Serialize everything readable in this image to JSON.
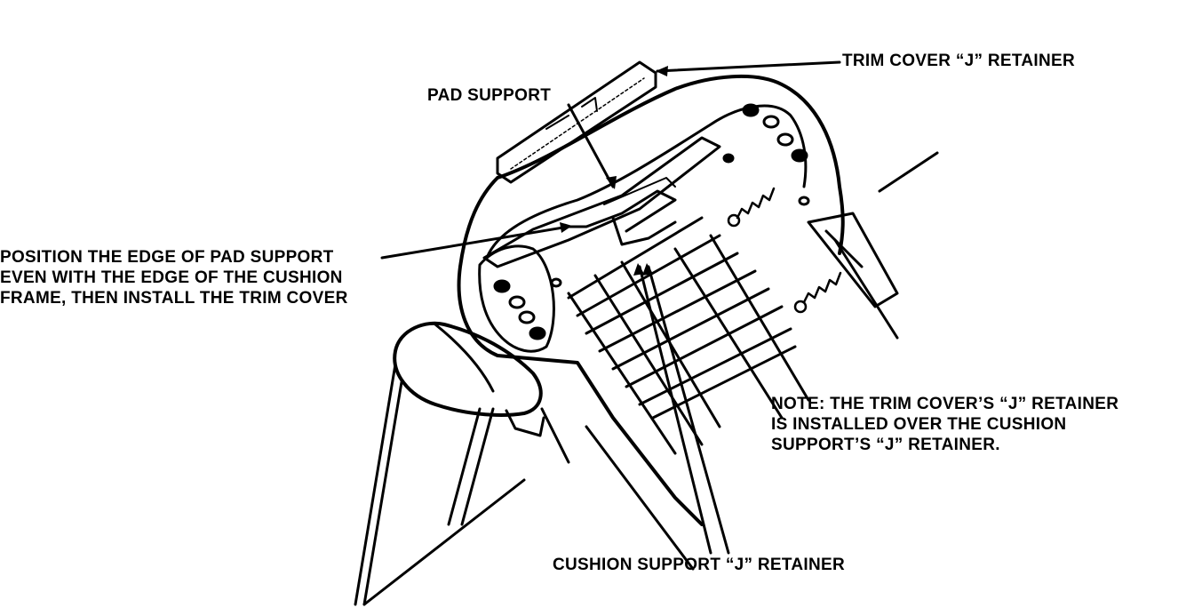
{
  "labels": {
    "trim_cover_retainer": "TRIM COVER “J” RETAINER",
    "pad_support": "PAD SUPPORT",
    "position_instruction": "POSITION THE EDGE OF PAD SUPPORT\nEVEN WITH THE EDGE OF THE CUSHION\nFRAME, THEN INSTALL THE TRIM COVER",
    "note": "NOTE: THE TRIM COVER’S “J” RETAINER\nIS INSTALLED OVER THE CUSHION\nSUPPORT’S “J” RETAINER.",
    "cushion_support_retainer": "CUSHION SUPPORT “J” RETAINER"
  },
  "colors": {
    "ink": "#000000",
    "paper": "#ffffff"
  }
}
